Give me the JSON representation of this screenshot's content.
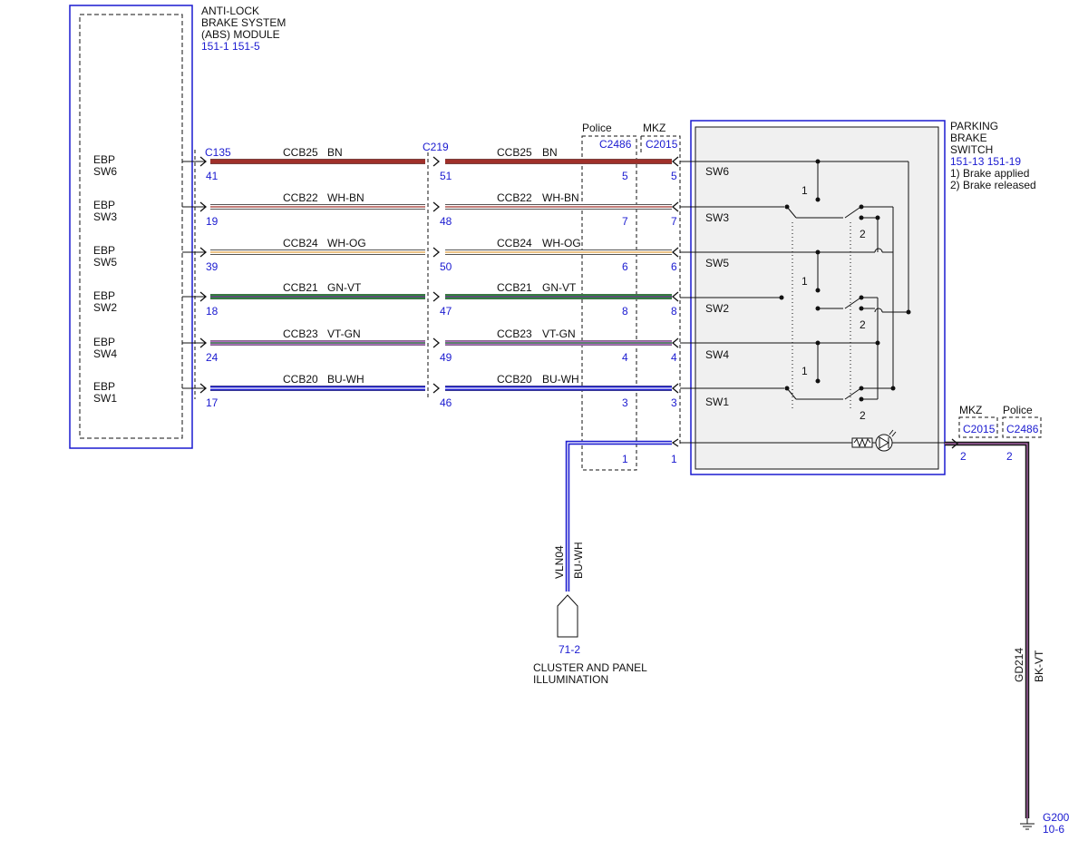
{
  "abs_module": {
    "title_lines": [
      "ANTI-LOCK",
      "BRAKE SYSTEM",
      "(ABS) MODULE"
    ],
    "refs": "151-1  151-5",
    "pins": [
      {
        "line1": "EBP",
        "line2": "SW6"
      },
      {
        "line1": "EBP",
        "line2": "SW3"
      },
      {
        "line1": "EBP",
        "line2": "SW5"
      },
      {
        "line1": "EBP",
        "line2": "SW2"
      },
      {
        "line1": "EBP",
        "line2": "SW4"
      },
      {
        "line1": "EBP",
        "line2": "SW1"
      }
    ]
  },
  "switch": {
    "title_lines": [
      "PARKING",
      "BRAKE",
      "SWITCH"
    ],
    "refs": "151-13  151-19",
    "notes": [
      "1) Brake applied",
      "2) Brake released"
    ],
    "pin_labels": [
      "SW6",
      "SW3",
      "SW5",
      "SW2",
      "SW4",
      "SW1"
    ],
    "position_labels": [
      "1",
      "2",
      "1",
      "2",
      "1",
      "2"
    ]
  },
  "connectors": {
    "c135": "C135",
    "c219": "C219",
    "c2486": "C2486",
    "c2015": "C2015",
    "police": "Police",
    "mkz": "MKZ"
  },
  "wires": [
    {
      "circuit": "CCB25",
      "color_code": "BN",
      "pin_c135": "41",
      "pin_c219": "51",
      "pin_c2486": "5",
      "pin_c2015": "5",
      "stroke": "#a0302a",
      "stripe": ""
    },
    {
      "circuit": "CCB22",
      "color_code": "WH-BN",
      "pin_c135": "19",
      "pin_c219": "48",
      "pin_c2486": "7",
      "pin_c2015": "7",
      "stroke": "#ffffff",
      "stripe": "#a0302a"
    },
    {
      "circuit": "CCB24",
      "color_code": "WH-OG",
      "pin_c135": "39",
      "pin_c219": "50",
      "pin_c2486": "6",
      "pin_c2015": "6",
      "stroke": "#ffffff",
      "stripe": "#e0a040"
    },
    {
      "circuit": "CCB21",
      "color_code": "GN-VT",
      "pin_c135": "18",
      "pin_c219": "47",
      "pin_c2486": "8",
      "pin_c2015": "8",
      "stroke": "#2a8a3a",
      "stripe": "#7a2a9a"
    },
    {
      "circuit": "CCB23",
      "color_code": "VT-GN",
      "pin_c135": "24",
      "pin_c219": "49",
      "pin_c2486": "4",
      "pin_c2015": "4",
      "stroke": "#b070c0",
      "stripe": "#2a8a3a"
    },
    {
      "circuit": "CCB20",
      "color_code": "BU-WH",
      "pin_c135": "17",
      "pin_c219": "46",
      "pin_c2486": "3",
      "pin_c2015": "3",
      "stroke": "#2020d0",
      "stripe": "#ffffff"
    }
  ],
  "illumination": {
    "pin_c2486": "1",
    "pin_c2015": "1",
    "circuit": "VLN04",
    "color_code": "BU-WH",
    "ref": "71-2",
    "label_lines": [
      "CLUSTER AND PANEL",
      "ILLUMINATION"
    ]
  },
  "ground": {
    "mkz": "MKZ",
    "police": "Police",
    "c2015": "C2015",
    "c2486": "C2486",
    "pin_c2015": "2",
    "pin_c2486": "2",
    "circuit": "GD214",
    "color_code": "BK-VT",
    "point": "G200",
    "ref": "10-6"
  },
  "colors": {
    "blue_ref": "#1a1ad0",
    "line": "#111111",
    "bu_wh": "#2020d0",
    "bk_vt": "#1a1a1a"
  }
}
